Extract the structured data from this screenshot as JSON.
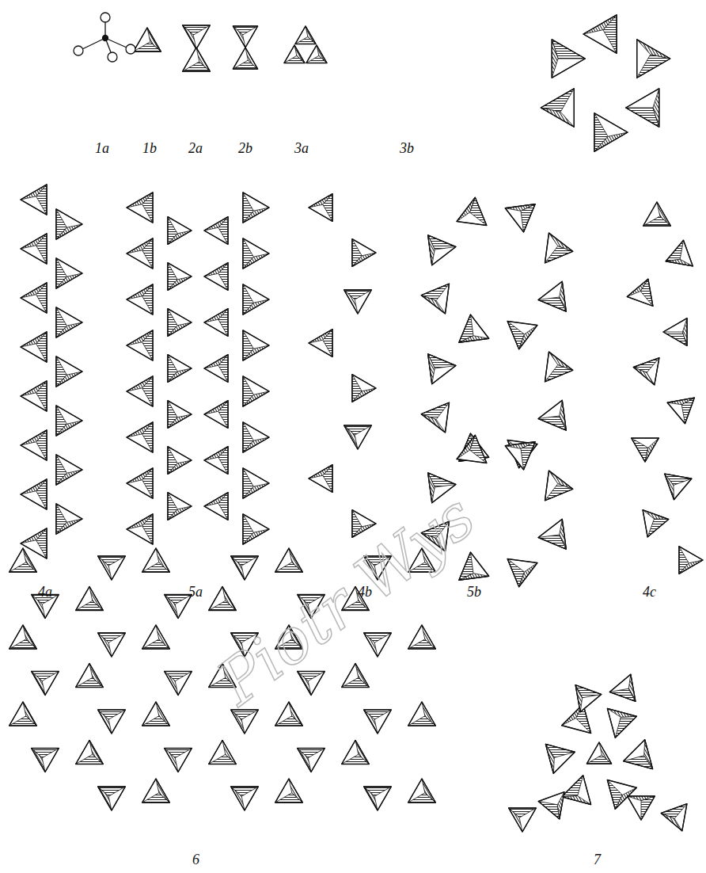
{
  "diagram": {
    "labels": [
      "1a",
      "1b",
      "2a",
      "2b",
      "3a",
      "3b",
      "4a",
      "5a",
      "4b",
      "5b",
      "4c",
      "6",
      "7",
      "Piotr Wys"
    ]
  }
}
